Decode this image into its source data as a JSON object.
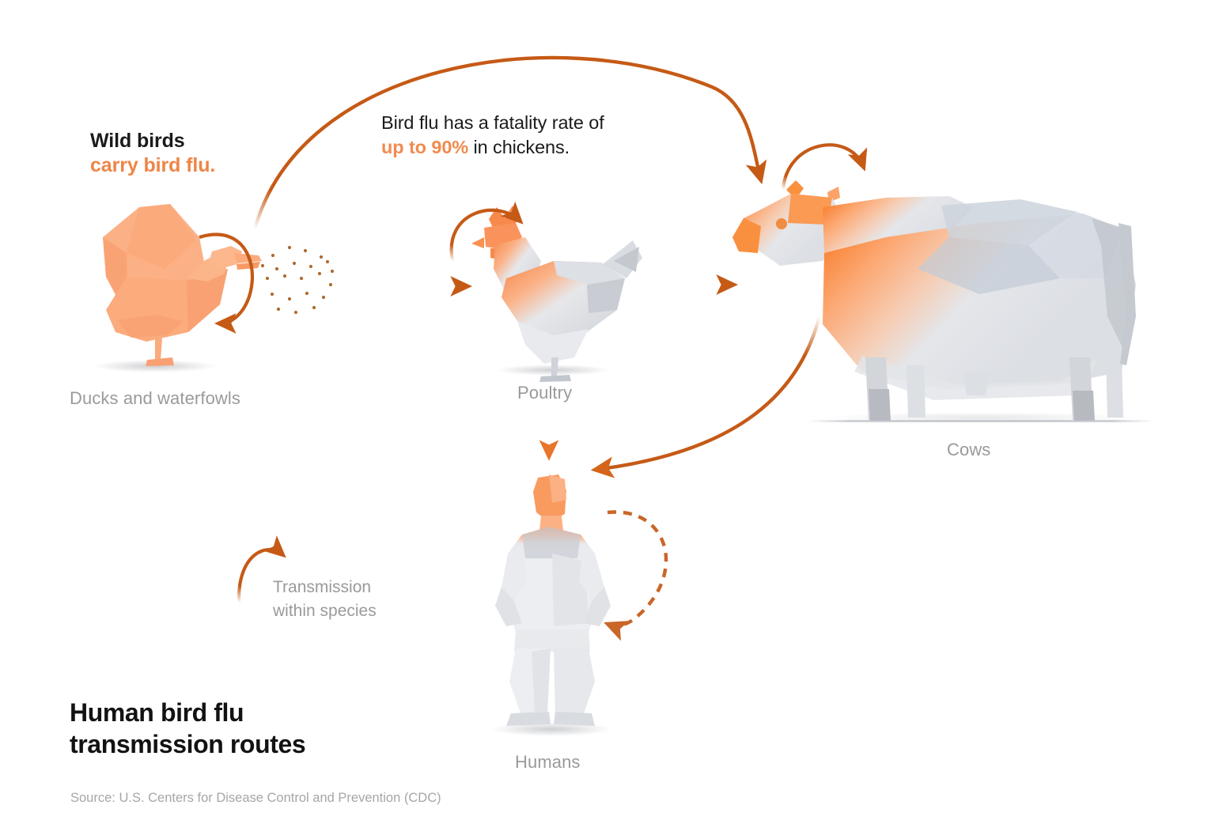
{
  "meta": {
    "title_line1": "Human bird flu",
    "title_line2": "transmission routes",
    "source": "Source: U.S. Centers for Disease Control and Prevention (CDC)",
    "background_color": "#ffffff",
    "accent_color": "#ee8547",
    "arrow_color": "#c55a16",
    "label_color": "#9a9a9c",
    "text_color": "#1b1b1b"
  },
  "annotations": {
    "wild_birds": {
      "line1": "Wild birds",
      "line2": "carry bird flu."
    },
    "fatality": {
      "line1": "Bird flu has a fatality rate of",
      "accent": "up to 90%",
      "line2_rest": " in chickens.",
      "value": "90%",
      "metric": "fatality rate in chickens"
    }
  },
  "legend": {
    "icon": "curved-self-arrow-icon",
    "line1": "Transmission",
    "line2": "within species"
  },
  "nodes": [
    {
      "id": "ducks",
      "label": "Ducks and waterfowls",
      "icon": "duck-icon"
    },
    {
      "id": "poultry",
      "label": "Poultry",
      "icon": "chicken-icon"
    },
    {
      "id": "cows",
      "label": "Cows",
      "icon": "cow-icon"
    },
    {
      "id": "humans",
      "label": "Humans",
      "icon": "human-icon"
    }
  ],
  "edges": [
    {
      "from": "ducks",
      "to": "ducks",
      "style": "solid",
      "kind": "within-species"
    },
    {
      "from": "poultry",
      "to": "poultry",
      "style": "solid",
      "kind": "within-species"
    },
    {
      "from": "cows",
      "to": "cows",
      "style": "solid",
      "kind": "within-species"
    },
    {
      "from": "humans",
      "to": "humans",
      "style": "dashed",
      "kind": "within-species-limited"
    },
    {
      "from": "ducks",
      "to": "poultry",
      "style": "solid",
      "kind": "cross-species"
    },
    {
      "from": "ducks",
      "to": "cows",
      "style": "solid",
      "kind": "cross-species-arc"
    },
    {
      "from": "poultry",
      "to": "cows",
      "style": "solid",
      "kind": "cross-species"
    },
    {
      "from": "poultry",
      "to": "humans",
      "style": "solid",
      "kind": "cross-species"
    },
    {
      "from": "cows",
      "to": "humans",
      "style": "solid",
      "kind": "cross-species-arc"
    }
  ]
}
